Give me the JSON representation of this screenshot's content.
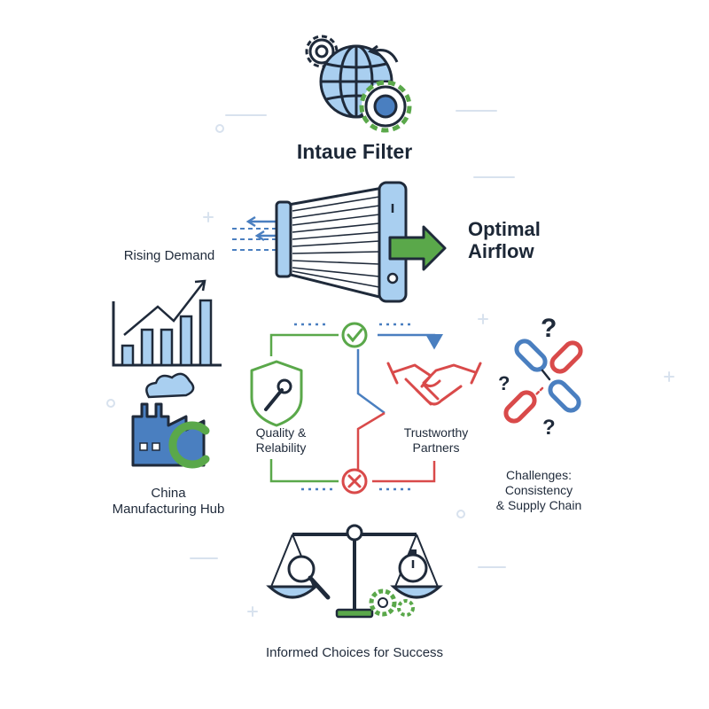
{
  "title": "Intaue Filter",
  "labels": {
    "airflow_line1": "Optimal",
    "airflow_line2": "Airflow",
    "rising_demand": "Rising Demand",
    "china_line1": "China",
    "china_line2": "Manufacturing Hub",
    "quality_line1": "Quality &",
    "quality_line2": "Relability",
    "partners_line1": "Trustworthy",
    "partners_line2": "Partners",
    "challenges_line1": "Challenges:",
    "challenges_line2": "Consistency",
    "challenges_line3": "& Supply Chain",
    "informed": "Informed Choices for Success"
  },
  "colors": {
    "navy": "#1f2a3a",
    "blue": "#4a7fc0",
    "light_blue": "#a9cff0",
    "green": "#5aa84a",
    "red": "#d94a4a"
  },
  "icons": [
    "globe-gear-icon",
    "air-filter-icon",
    "bar-chart-icon",
    "factory-icon",
    "shield-wrench-icon",
    "handshake-icon",
    "broken-chain-icon",
    "balance-scale-icon",
    "check-icon",
    "cross-icon",
    "arrow-right-icon"
  ]
}
